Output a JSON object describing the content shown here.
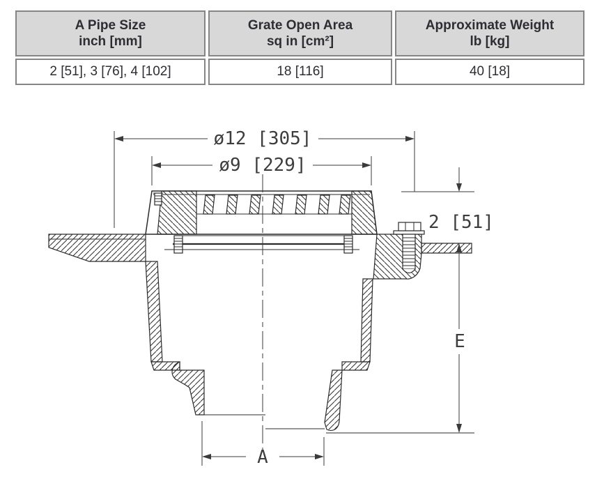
{
  "spec_table": {
    "header_bg": "#d8d8d8",
    "border_color": "#858585",
    "text_color": "#2d2d33",
    "columns": [
      {
        "header1": "A Pipe Size",
        "header2": "inch [mm]",
        "value": "2 [51], 3 [76], 4 [102]"
      },
      {
        "header1": "Grate Open Area",
        "header2": "sq in [cm²]",
        "value": "18 [116]"
      },
      {
        "header1": "Approximate Weight",
        "header2": "lb [kg]",
        "value": "40 [18]"
      }
    ]
  },
  "drawing": {
    "description": "Cross-section of a round floor drain: secured grate, membrane flange body, bolted anchor flange, bottom outlet",
    "line_color": "#2b2b2b",
    "dimensions": {
      "outer_diameter": "ø12  [305]",
      "grate_diameter": "ø9  [229]",
      "grate_height": "2  [51]",
      "body_height_label": "E",
      "outlet_label": "A"
    }
  }
}
